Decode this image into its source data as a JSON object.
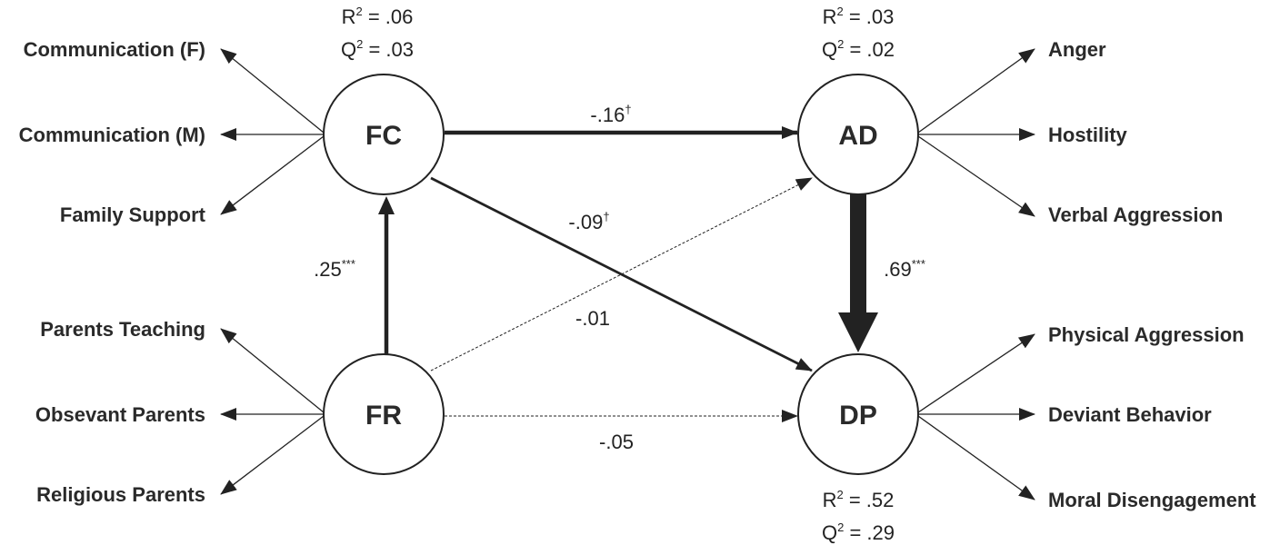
{
  "nodes": {
    "fc": "FC",
    "ad": "AD",
    "fr": "FR",
    "dp": "DP"
  },
  "stats": {
    "fc": {
      "r2": "R",
      "r2_sup": "2",
      "r2_val": " = .06",
      "q2": "Q",
      "q2_sup": "2",
      "q2_val": " = .03"
    },
    "ad": {
      "r2": "R",
      "r2_sup": "2",
      "r2_val": " = .03",
      "q2": "Q",
      "q2_sup": "2",
      "q2_val": " = .02"
    },
    "dp": {
      "r2": "R",
      "r2_sup": "2",
      "r2_val": " = .52",
      "q2": "Q",
      "q2_sup": "2",
      "q2_val": " = .29"
    }
  },
  "indicators": {
    "fc": [
      "Communication (F)",
      "Communication (M)",
      "Family Support"
    ],
    "fr": [
      "Parents Teaching",
      "Obsevant Parents",
      "Religious Parents"
    ],
    "ad": [
      "Anger",
      "Hostility",
      "Verbal Aggression"
    ],
    "dp": [
      "Physical Aggression",
      "Deviant Behavior",
      "Moral Disengagement"
    ]
  },
  "paths": {
    "fc_ad": {
      "value": "-.16",
      "sig": "†"
    },
    "fc_dp": {
      "value": "-.09",
      "sig": "†"
    },
    "fr_fc": {
      "value": ".25",
      "sig": "***"
    },
    "fr_ad": {
      "value": "-.01",
      "sig": ""
    },
    "fr_dp": {
      "value": "-.05",
      "sig": ""
    },
    "ad_dp": {
      "value": ".69",
      "sig": "***"
    }
  },
  "colors": {
    "ink": "#222222",
    "node_fill": "#ffffff"
  }
}
